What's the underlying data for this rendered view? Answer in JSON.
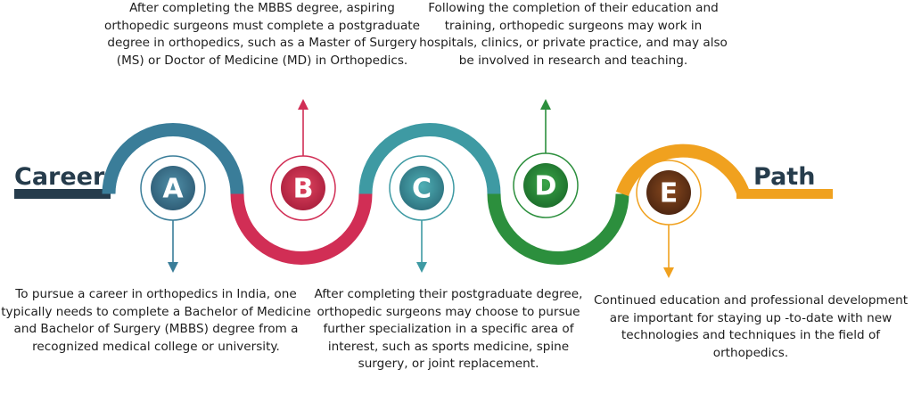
{
  "title_left": "Career",
  "title_right": "Path",
  "colors": {
    "a": "#3a7d99",
    "b": "#d12e55",
    "c": "#3e9aa3",
    "d": "#2c8f3d",
    "e": "#f0a11f",
    "dark": "#263c4c"
  },
  "steps": [
    {
      "letter": "A",
      "text": "To pursue a career in orthopedics in India, one typically needs to complete a Bachelor of Medicine and Bachelor of Surgery (MBBS) degree from a recognized medical college or university."
    },
    {
      "letter": "B",
      "text": "After completing the MBBS degree, aspiring orthopedic surgeons must complete a postgraduate degree in orthopedics, such as a Master of Surgery (MS) or Doctor of Medicine (MD) in Orthopedics."
    },
    {
      "letter": "C",
      "text": "After completing their postgraduate degree, orthopedic surgeons may choose to pursue further specialization in a specific area of interest, such as sports medicine, spine surgery, or joint replacement."
    },
    {
      "letter": "D",
      "text": "Following the completion of their education and training, orthopedic surgeons may work in hospitals, clinics, or private practice, and may also be involved in research and teaching."
    },
    {
      "letter": "E",
      "text": "Continued education and professional development are important for staying up -to-date with new technologies and techniques in the field of orthopedics."
    }
  ]
}
